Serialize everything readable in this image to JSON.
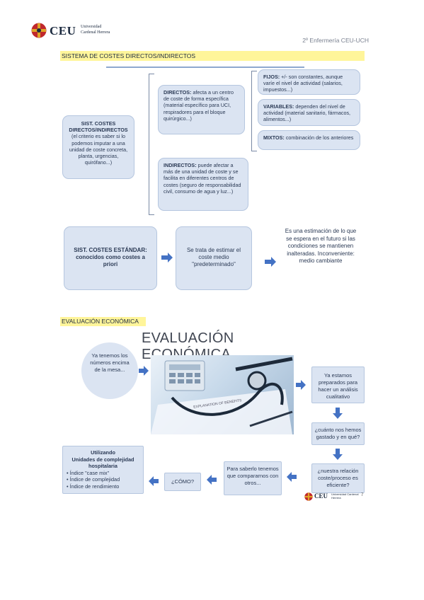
{
  "header": {
    "logo_text": "CEU",
    "logo_sub1": "Universidad",
    "logo_sub2": "Cardenal Herrera",
    "course": "2º Enfermería CEU-UCH"
  },
  "section1": {
    "title": "SISTEMA DE COSTES DIRECTOS/INDIRECTOS",
    "sist_title": "SIST. COSTES DIRECTOS/INDIRECTOS",
    "sist_body": "(el criterio es saber si lo podemos imputar a una unidad de coste concreta, planta, urgencias, quirófano...)",
    "directos_label": "DIRECTOS:",
    "directos_body": " afecta a un centro de coste de forma específica (material específico para UCI, respiradores para el bloque quirúrgico...)",
    "indirectos_label": "INDIRECTOS:",
    "indirectos_body": " puede afectar a más de una unidad de coste y se facilita en diferentes centros de costes (seguro de responsabilidad civil, consumo de agua y luz...)",
    "fijos_label": "FIJOS:",
    "fijos_body": " +/- son constantes, aunque varíe el nivel de actividad (salarios, impuestos...)",
    "variables_label": "VARIABLES:",
    "variables_body": " dependen del nivel de actividad (material sanitario, fármacos, alimentos...)",
    "mixtos_label": "MIXTOS:",
    "mixtos_body": " combinación de los anteriores",
    "std_title": "SIST. COSTES ESTÁNDAR:",
    "std_body": " conocidos como costes a priori",
    "std_mid": "Se trata de estimar el coste medio \"predeterminado\"",
    "std_right": "Es una estimación de lo que se espera en el futuro si las condiciones se mantienen inalteradas. Inconveniente: medio cambiante"
  },
  "section2": {
    "title": "EVALUACIÓN ECONÓMICA",
    "slide_title": "EVALUACIÓN ECONÓMICA",
    "circle_text": "Ya tenemos los números encima de la mesa...",
    "ready_text": "Ya estamos preparados para hacer un análisis cualitativo",
    "cuanto_text": "¿cuánto nos hemos gastado y en qué?",
    "relacion_text": "¿nuestra relación coste/proceso es eficiente?",
    "saberlo_text": "Para saberlo tenemos que compararnos con otros...",
    "como_text": "¿CÓMO?",
    "util_title1": "Utilizando",
    "util_title2": "Unidades de complejidad hospitalaria",
    "util_items": [
      "Índice \"case mix\"",
      "Índice de complejidad",
      "Índice de rendimiento"
    ],
    "photo_caption": "EXPLANATION OF BENEFITS",
    "slide_logo": "CEU",
    "slide_logo_sub": "Universidad Cardenal Herrera",
    "slide_page": "7"
  },
  "colors": {
    "box_fill": "#dbe4f2",
    "box_border": "#b5c6df",
    "arrow": "#4472c4",
    "highlight": "#fff59a",
    "logo_red": "#c0282d",
    "logo_gold": "#e0a526"
  }
}
